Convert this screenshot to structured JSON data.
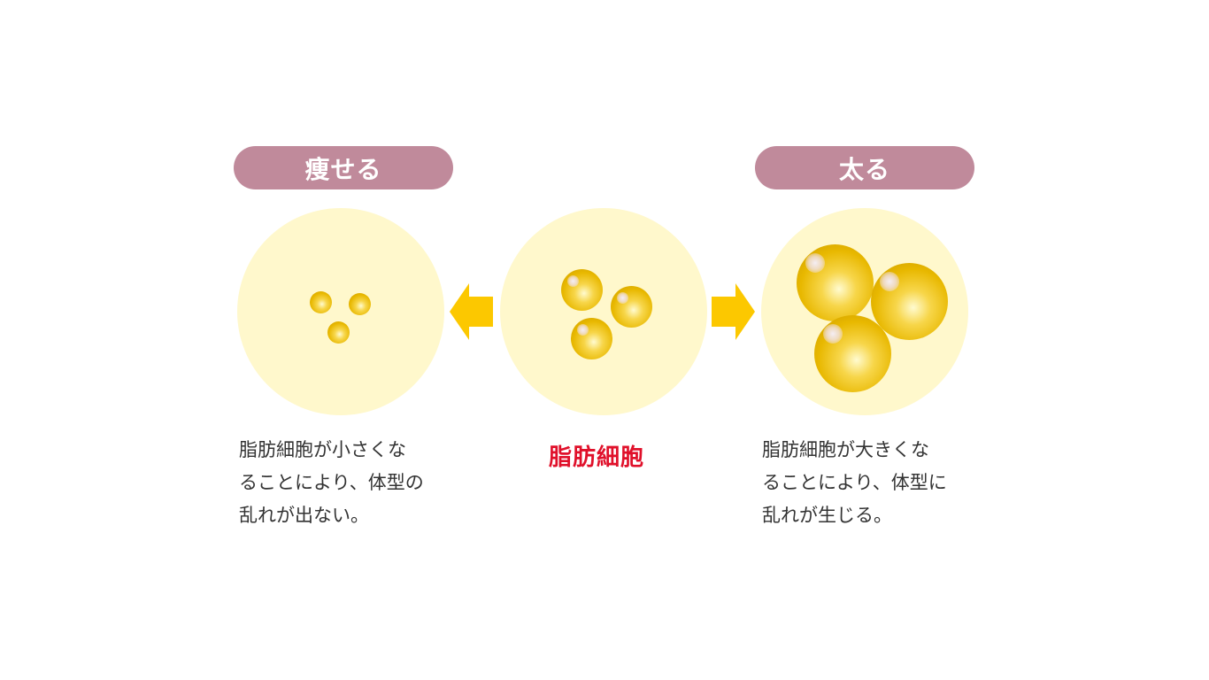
{
  "left": {
    "label": "痩せる",
    "description_lines": [
      "脂肪細胞が小さくな",
      "ることにより、体型の",
      "乱れが出ない。"
    ]
  },
  "center": {
    "label": "脂肪細胞"
  },
  "right": {
    "label": "太る",
    "description_lines": [
      "脂肪細胞が大きくな",
      "ることにより、体型に",
      "乱れが生じる。"
    ]
  },
  "arrows": {
    "left": "arrow-left",
    "right": "arrow-right"
  },
  "colors": {
    "pill": "#c08a9b",
    "circle": "#fff8cc",
    "arrow": "#fcc800",
    "cell": "#e8b800",
    "center_label": "#e0102a",
    "text": "#333333"
  }
}
